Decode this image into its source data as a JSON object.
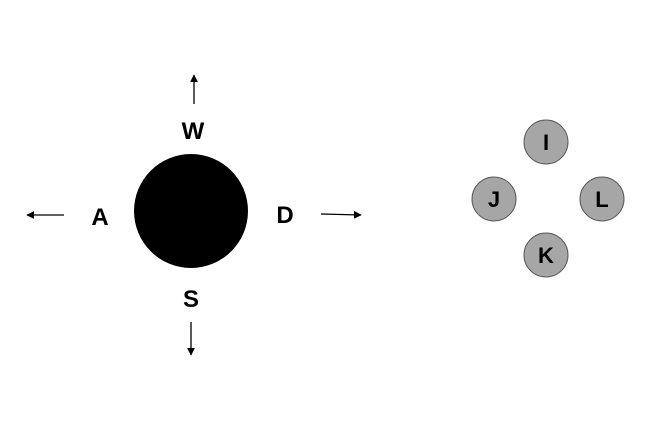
{
  "movement": {
    "keys": {
      "up": "W",
      "left": "A",
      "right": "D",
      "down": "S"
    },
    "body_color": "#000000",
    "arrow_color": "#000000"
  },
  "action_buttons": {
    "top": "I",
    "left": "J",
    "right": "L",
    "bottom": "K",
    "fill_color": "#a6a6a6",
    "stroke_color": "#595959"
  }
}
